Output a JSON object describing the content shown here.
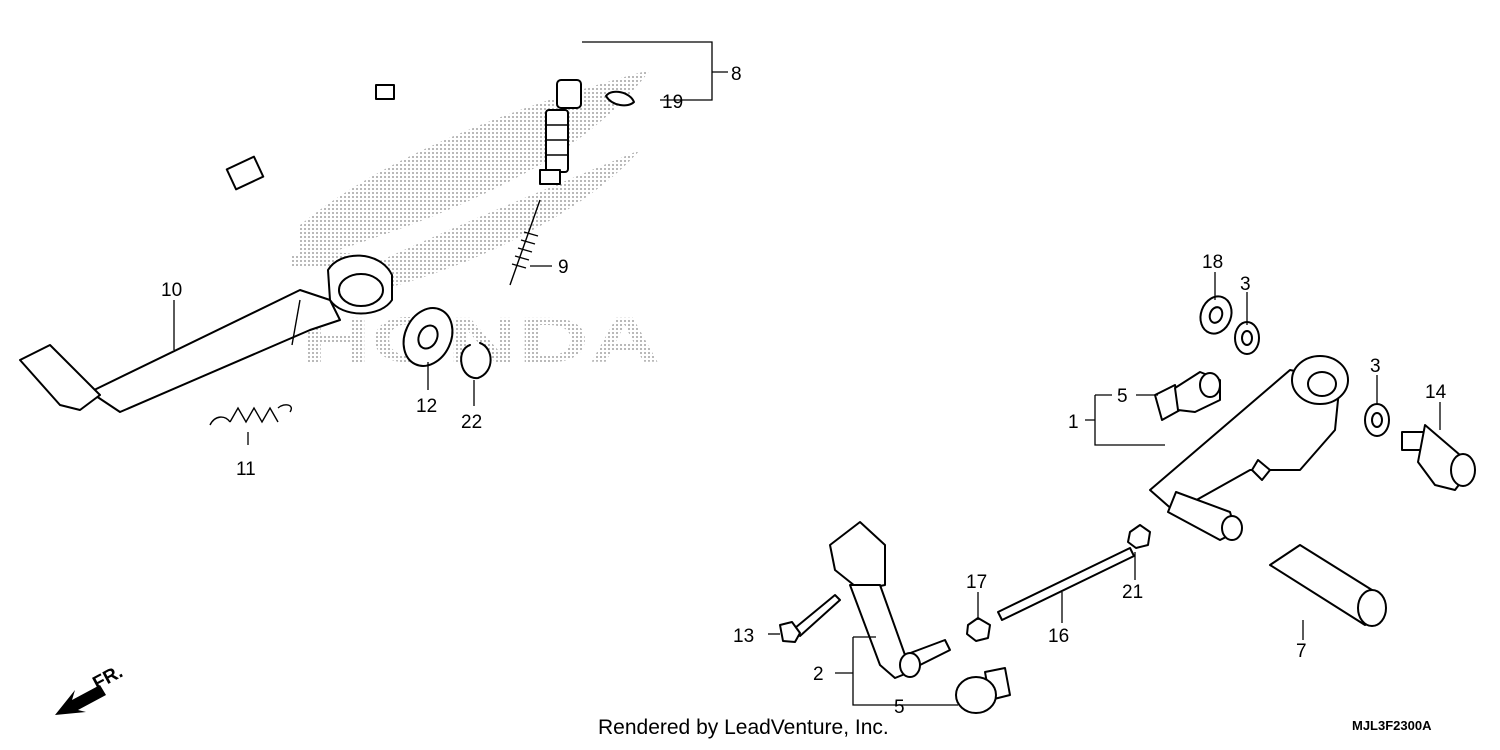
{
  "callouts": {
    "c1": "1",
    "c2": "2",
    "c3a": "3",
    "c3b": "3",
    "c5a": "5",
    "c5b": "5",
    "c7": "7",
    "c8": "8",
    "c9": "9",
    "c10": "10",
    "c11": "11",
    "c12": "12",
    "c13": "13",
    "c14": "14",
    "c16": "16",
    "c17": "17",
    "c18": "18",
    "c19": "19",
    "c21": "21",
    "c22": "22"
  },
  "watermark": {
    "text": "HONDA"
  },
  "front_indicator": {
    "label": "FR."
  },
  "footer": {
    "credit": "Rendered by LeadVenture, Inc.",
    "code": "MJL3F2300A"
  }
}
